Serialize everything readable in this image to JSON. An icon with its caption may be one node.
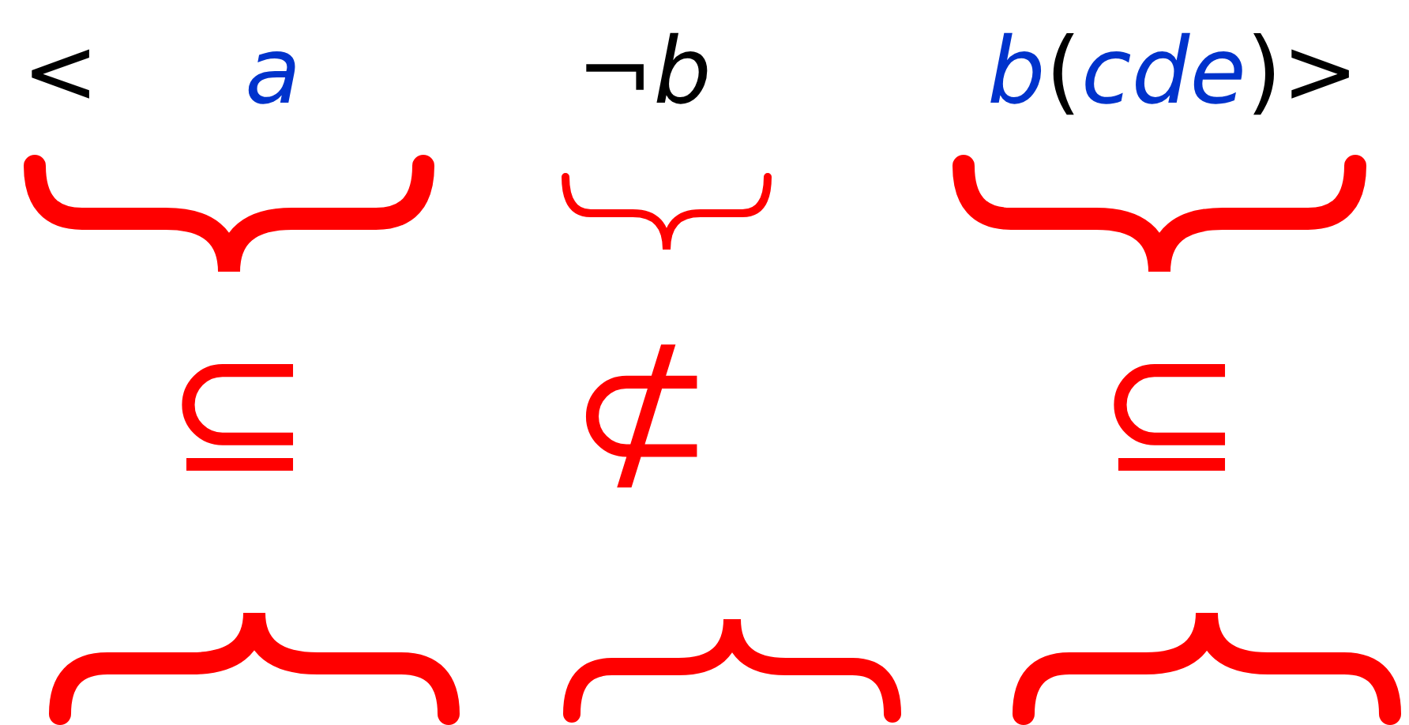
{
  "diagram": {
    "labels": [
      "<",
      "a",
      "¬b",
      "b(cde)>",
      "⊆",
      "⊄",
      "⊆"
    ]
  }
}
